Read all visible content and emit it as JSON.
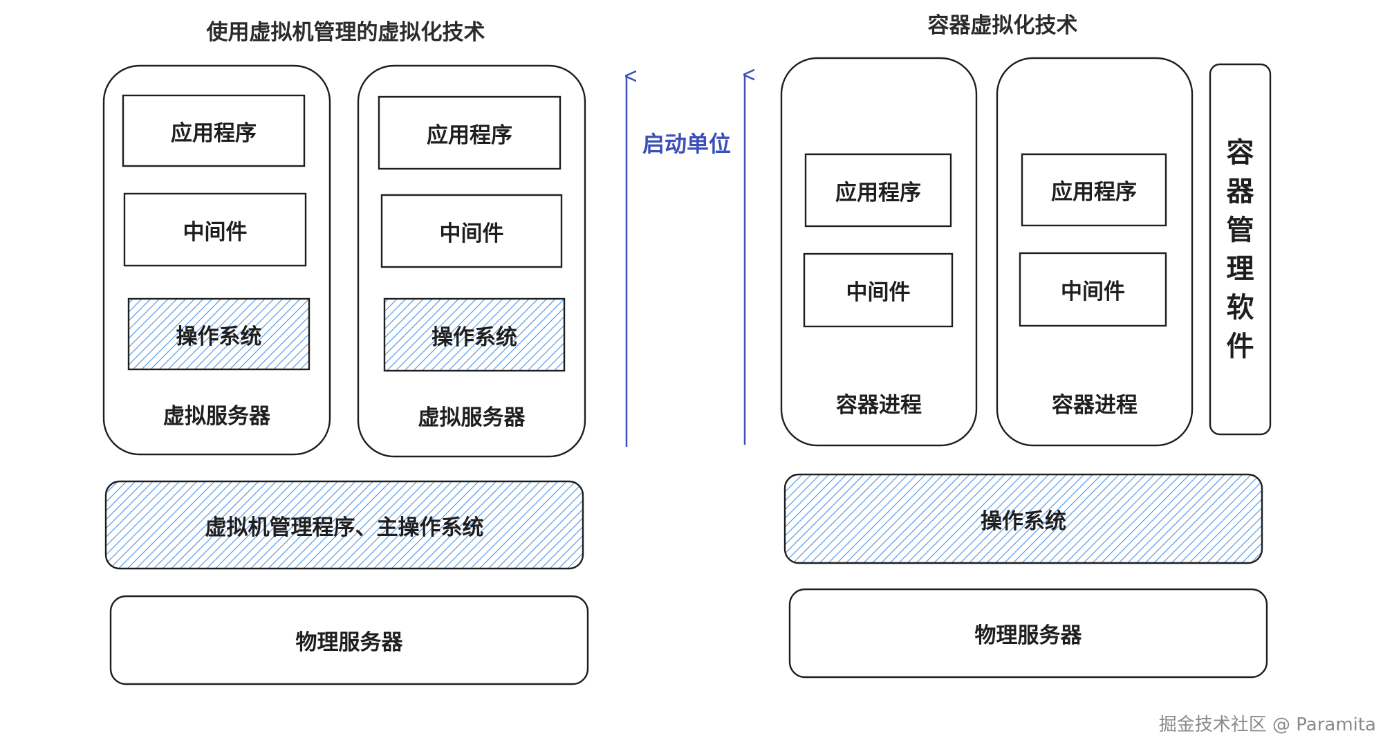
{
  "vm_section": {
    "title": "使用虚拟机管理的虚拟化技术",
    "virtual_server_1": {
      "app": "应用程序",
      "middleware": "中间件",
      "os": "操作系统",
      "label": "虚拟服务器"
    },
    "virtual_server_2": {
      "app": "应用程序",
      "middleware": "中间件",
      "os": "操作系统",
      "label": "虚拟服务器"
    },
    "hypervisor": "虚拟机管理程序、主操作系统",
    "physical_server": "物理服务器"
  },
  "startup_arrow": {
    "label": "启动单位",
    "color": "#3b4fb8"
  },
  "container_section": {
    "title": "容器虚拟化技术",
    "container_1": {
      "app": "应用程序",
      "middleware": "中间件",
      "label": "容器进程"
    },
    "container_2": {
      "app": "应用程序",
      "middleware": "中间件",
      "label": "容器进程"
    },
    "manager": "容器管理软件",
    "os": "操作系统",
    "physical_server": "物理服务器"
  },
  "watermark": "掘金技术社区 @ Paramita",
  "colors": {
    "hatch": "#4a90e2",
    "stroke": "#1e1e1e",
    "arrow": "#3b4fb8"
  }
}
